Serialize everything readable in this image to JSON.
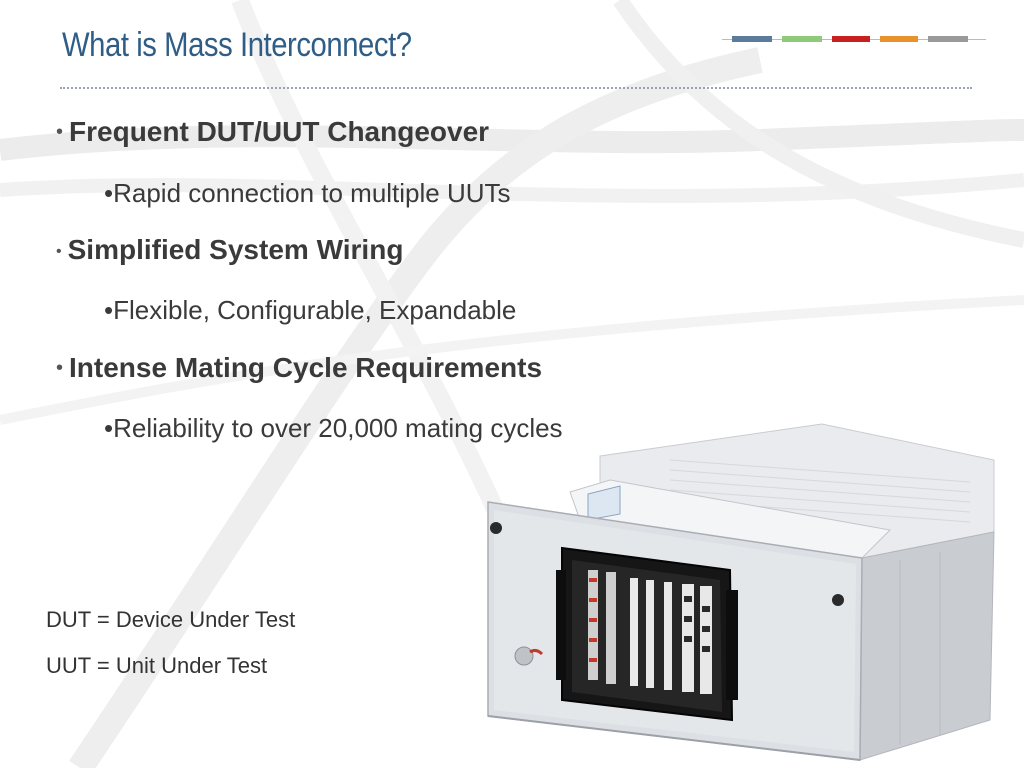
{
  "slide": {
    "title": "What is Mass Interconnect?",
    "accent_colors": [
      "#5a7c9a",
      "#8fc97a",
      "#c8201e",
      "#e8922e",
      "#9a9a9a"
    ],
    "title_color": "#2f5d86"
  },
  "bullets": [
    {
      "heading": "Frequent DUT/UUT Changeover",
      "sub": "Rapid connection to multiple UUTs"
    },
    {
      "heading": "Simplified System Wiring",
      "sub": "Flexible, Configurable, Expandable"
    },
    {
      "heading": "Intense Mating Cycle Requirements",
      "sub": "Reliability to over 20,000 mating cycles"
    }
  ],
  "bullet_marker": "•",
  "notes": [
    "DUT = Device Under Test",
    "UUT = Unit Under Test"
  ],
  "image": {
    "icons": [
      "mass-interconnect-receiver-photo"
    ]
  }
}
